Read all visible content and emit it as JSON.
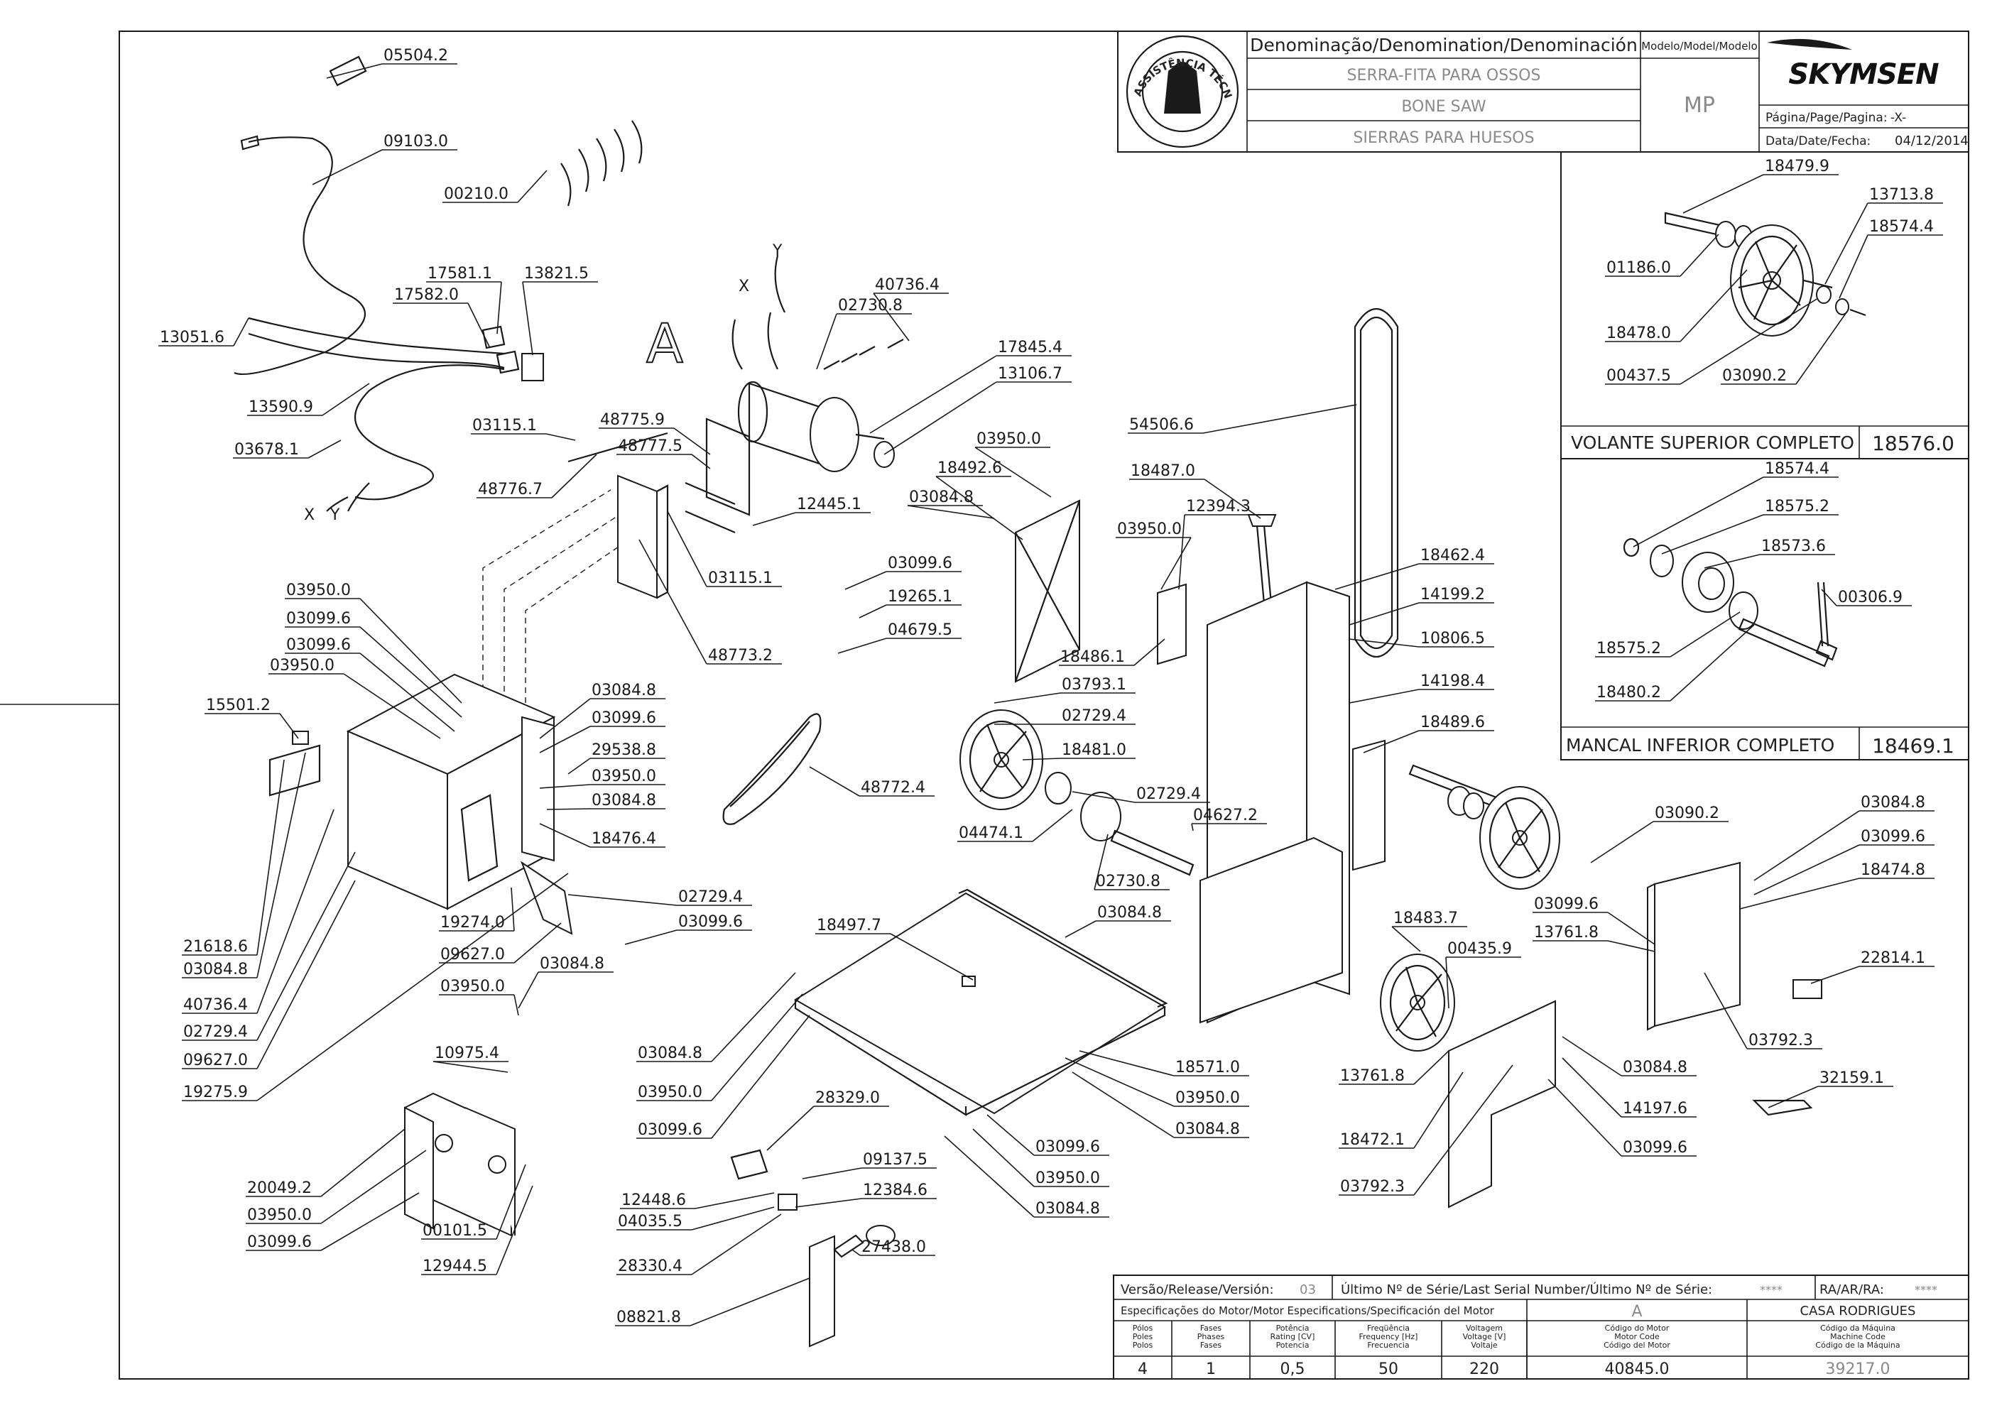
{
  "title_block": {
    "denomination_header": "Denominação/Denomination/Denominación",
    "name_pt": "SERRA-FITA PARA OSSOS",
    "name_en": "BONE SAW",
    "name_es": "SIERRAS PARA HUESOS",
    "model_header": "Modelo/Model/Modelo",
    "model_value": "MP",
    "brand": "SKYMSEN",
    "page_label": "Página/Page/Pagina:",
    "page_value": "-X-",
    "date_label": "Data/Date/Fecha:",
    "date_value": "04/12/2014",
    "seal_text": "ASSISTÊNCIA TÉCNICA AUTORIZADA"
  },
  "assemblies": [
    {
      "name": "VOLANTE SUPERIOR COMPLETO",
      "code": "18576.0"
    },
    {
      "name": "MANCAL INFERIOR COMPLETO",
      "code": "18469.1"
    }
  ],
  "letters": {
    "view_a": "A",
    "x": "X",
    "y": "Y"
  },
  "callouts": [
    {
      "id": "c1",
      "code": "05504.2"
    },
    {
      "id": "c2",
      "code": "09103.0"
    },
    {
      "id": "c3",
      "code": "00210.0"
    },
    {
      "id": "c4",
      "code": "17581.1"
    },
    {
      "id": "c5",
      "code": "17582.0"
    },
    {
      "id": "c6",
      "code": "13821.5"
    },
    {
      "id": "c7",
      "code": "13051.6"
    },
    {
      "id": "c8",
      "code": "13590.9"
    },
    {
      "id": "c9",
      "code": "03678.1"
    },
    {
      "id": "c10",
      "code": "02730.8"
    },
    {
      "id": "c11",
      "code": "40736.4"
    },
    {
      "id": "c12",
      "code": "17845.4"
    },
    {
      "id": "c13",
      "code": "13106.7"
    },
    {
      "id": "c14",
      "code": "48775.9"
    },
    {
      "id": "c15",
      "code": "48777.5"
    },
    {
      "id": "c16",
      "code": "03115.1"
    },
    {
      "id": "c17",
      "code": "48776.7"
    },
    {
      "id": "c18",
      "code": "12445.1"
    },
    {
      "id": "c19",
      "code": "03115.1"
    },
    {
      "id": "c20",
      "code": "48773.2"
    },
    {
      "id": "c21",
      "code": "03950.0"
    },
    {
      "id": "c22",
      "code": "18492.6"
    },
    {
      "id": "c23",
      "code": "03084.8"
    },
    {
      "id": "c24",
      "code": "54506.6"
    },
    {
      "id": "c25",
      "code": "18487.0"
    },
    {
      "id": "c26",
      "code": "12394.3"
    },
    {
      "id": "c27",
      "code": "03950.0"
    },
    {
      "id": "c28",
      "code": "18462.4"
    },
    {
      "id": "c29",
      "code": "14199.2"
    },
    {
      "id": "c30",
      "code": "10806.5"
    },
    {
      "id": "c31",
      "code": "14198.4"
    },
    {
      "id": "c32",
      "code": "18489.6"
    },
    {
      "id": "c33",
      "code": "03099.6"
    },
    {
      "id": "c34",
      "code": "19265.1"
    },
    {
      "id": "c35",
      "code": "04679.5"
    },
    {
      "id": "c36",
      "code": "18486.1"
    },
    {
      "id": "c37",
      "code": "03793.1"
    },
    {
      "id": "c38",
      "code": "02729.4"
    },
    {
      "id": "c39",
      "code": "18481.0"
    },
    {
      "id": "c40",
      "code": "02729.4"
    },
    {
      "id": "c41",
      "code": "04627.2"
    },
    {
      "id": "c42",
      "code": "04474.1"
    },
    {
      "id": "c43",
      "code": "02730.8"
    },
    {
      "id": "c44",
      "code": "03950.0"
    },
    {
      "id": "c45",
      "code": "03099.6"
    },
    {
      "id": "c46",
      "code": "03099.6"
    },
    {
      "id": "c47",
      "code": "03950.0"
    },
    {
      "id": "c48",
      "code": "15501.2"
    },
    {
      "id": "c49",
      "code": "03084.8"
    },
    {
      "id": "c50",
      "code": "03099.6"
    },
    {
      "id": "c51",
      "code": "29538.8"
    },
    {
      "id": "c52",
      "code": "03950.0"
    },
    {
      "id": "c53",
      "code": "03084.8"
    },
    {
      "id": "c54",
      "code": "18476.4"
    },
    {
      "id": "c55",
      "code": "48772.4"
    },
    {
      "id": "c56",
      "code": "02729.4"
    },
    {
      "id": "c57",
      "code": "03099.6"
    },
    {
      "id": "c58",
      "code": "19274.0"
    },
    {
      "id": "c59",
      "code": "09627.0"
    },
    {
      "id": "c60",
      "code": "03950.0"
    },
    {
      "id": "c61",
      "code": "03084.8"
    },
    {
      "id": "c62",
      "code": "21618.6"
    },
    {
      "id": "c63",
      "code": "03084.8"
    },
    {
      "id": "c64",
      "code": "40736.4"
    },
    {
      "id": "c65",
      "code": "02729.4"
    },
    {
      "id": "c66",
      "code": "09627.0"
    },
    {
      "id": "c67",
      "code": "19275.9"
    },
    {
      "id": "c68",
      "code": "18497.7"
    },
    {
      "id": "c69",
      "code": "03084.8"
    },
    {
      "id": "c70",
      "code": "03084.8"
    },
    {
      "id": "c71",
      "code": "03950.0"
    },
    {
      "id": "c72",
      "code": "03099.6"
    },
    {
      "id": "c73",
      "code": "18571.0"
    },
    {
      "id": "c74",
      "code": "03950.0"
    },
    {
      "id": "c75",
      "code": "03084.8"
    },
    {
      "id": "c76",
      "code": "03099.6"
    },
    {
      "id": "c77",
      "code": "03950.0"
    },
    {
      "id": "c78",
      "code": "03084.8"
    },
    {
      "id": "c79",
      "code": "18483.7"
    },
    {
      "id": "c80",
      "code": "00435.9"
    },
    {
      "id": "c81",
      "code": "13761.8"
    },
    {
      "id": "c82",
      "code": "18472.1"
    },
    {
      "id": "c83",
      "code": "03792.3"
    },
    {
      "id": "c84",
      "code": "03084.8"
    },
    {
      "id": "c85",
      "code": "14197.6"
    },
    {
      "id": "c86",
      "code": "03099.6"
    },
    {
      "id": "c87",
      "code": "03090.2"
    },
    {
      "id": "c88",
      "code": "03084.8"
    },
    {
      "id": "c89",
      "code": "03099.6"
    },
    {
      "id": "c90",
      "code": "18474.8"
    },
    {
      "id": "c91",
      "code": "03099.6"
    },
    {
      "id": "c92",
      "code": "13761.8"
    },
    {
      "id": "c93",
      "code": "22814.1"
    },
    {
      "id": "c94",
      "code": "03792.3"
    },
    {
      "id": "c95",
      "code": "32159.1"
    },
    {
      "id": "c96",
      "code": "10975.4"
    },
    {
      "id": "c97",
      "code": "20049.2"
    },
    {
      "id": "c98",
      "code": "03950.0"
    },
    {
      "id": "c99",
      "code": "03099.6"
    },
    {
      "id": "c100",
      "code": "00101.5"
    },
    {
      "id": "c101",
      "code": "12944.5"
    },
    {
      "id": "c102",
      "code": "28329.0"
    },
    {
      "id": "c103",
      "code": "09137.5"
    },
    {
      "id": "c104",
      "code": "12448.6"
    },
    {
      "id": "c105",
      "code": "12384.6"
    },
    {
      "id": "c106",
      "code": "04035.5"
    },
    {
      "id": "c107",
      "code": "28330.4"
    },
    {
      "id": "c108",
      "code": "27438.0"
    },
    {
      "id": "c109",
      "code": "08821.8"
    },
    {
      "id": "c110",
      "code": "18479.9"
    },
    {
      "id": "c111",
      "code": "13713.8"
    },
    {
      "id": "c112",
      "code": "18574.4"
    },
    {
      "id": "c113",
      "code": "01186.0"
    },
    {
      "id": "c114",
      "code": "18478.0"
    },
    {
      "id": "c115",
      "code": "00437.5"
    },
    {
      "id": "c116",
      "code": "03090.2"
    },
    {
      "id": "c117",
      "code": "18574.4"
    },
    {
      "id": "c118",
      "code": "18575.2"
    },
    {
      "id": "c119",
      "code": "18573.6"
    },
    {
      "id": "c120",
      "code": "00306.9"
    },
    {
      "id": "c121",
      "code": "18575.2"
    },
    {
      "id": "c122",
      "code": "18480.2"
    }
  ],
  "footer": {
    "version_label": "Versão/Release/Versión:",
    "version_value": "03",
    "serial_label": "Último Nº de Série/Last Serial Number/Último Nº de Série:",
    "serial_value": "****",
    "ra_label": "RA/AR/RA:",
    "ra_value": "****",
    "motor_specs_label": "Especificações do Motor/Motor Especifications/Specificación del Motor",
    "motor_letter": "A",
    "owner": "CASA RODRIGUES",
    "col_headers": [
      [
        "Pólos",
        "Poles",
        "Polos"
      ],
      [
        "Fases",
        "Phases",
        "Fases"
      ],
      [
        "Potência",
        "Rating [CV]",
        "Potencia"
      ],
      [
        "Freqüência",
        "Frequency [Hz]",
        "Frecuencia"
      ],
      [
        "Voltagem",
        "Voltage [V]",
        "Voltaje"
      ],
      [
        "Código do Motor",
        "Motor Code",
        "Código del Motor"
      ],
      [
        "Código da Máquina",
        "Machine Code",
        "Código de la Máquina"
      ]
    ],
    "values": [
      "4",
      "1",
      "0,5",
      "50",
      "220",
      "40845.0",
      "39217.0"
    ]
  }
}
